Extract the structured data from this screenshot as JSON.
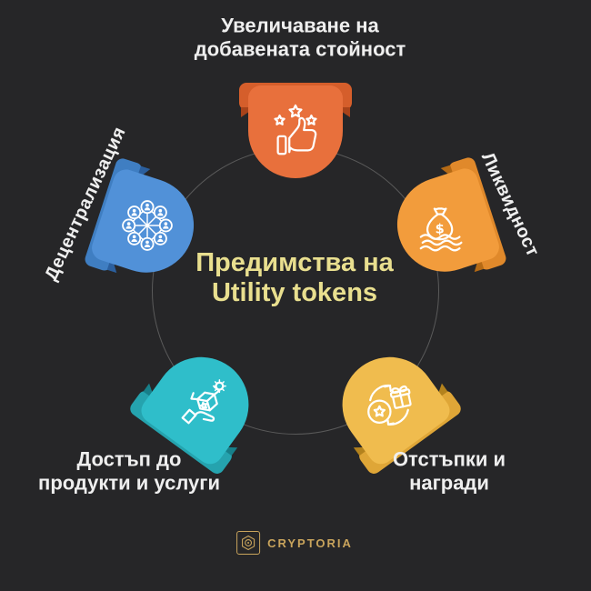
{
  "page": {
    "background": "#262628"
  },
  "title": {
    "text": "Предимства на\nUtility tokens",
    "color": "#e9df8f"
  },
  "nodes": [
    {
      "label": "Увеличаване на\nдобавената стойност",
      "icon": "thumbs-up-stars-icon",
      "color": "#e8703c",
      "band": "#d55e2b",
      "fold": "#a8431a"
    },
    {
      "label": "Ликвидност",
      "icon": "money-bag-waves-icon",
      "color": "#f29c3c",
      "band": "#e0892b",
      "fold": "#b56a15"
    },
    {
      "label": "Отстъпки и\nнагради",
      "icon": "rewards-cycle-gift-icon",
      "color": "#f0bc4e",
      "band": "#dfa637",
      "fold": "#b3821d"
    },
    {
      "label": "Достъп до\nпродукти и услуги",
      "icon": "hand-open-box-icon",
      "color": "#2fbeca",
      "band": "#25a3ae",
      "fold": "#177f89"
    },
    {
      "label": "Децентрализация",
      "icon": "people-network-icon",
      "color": "#5191d8",
      "band": "#3f7ec2",
      "fold": "#2b5f9e"
    }
  ],
  "ring_color": "#5a5a5a",
  "label_color": "#efefef",
  "logo": {
    "text": "CRYPTORIA",
    "color": "#c9a45c",
    "icon": "cryptoria-emblem-icon"
  }
}
